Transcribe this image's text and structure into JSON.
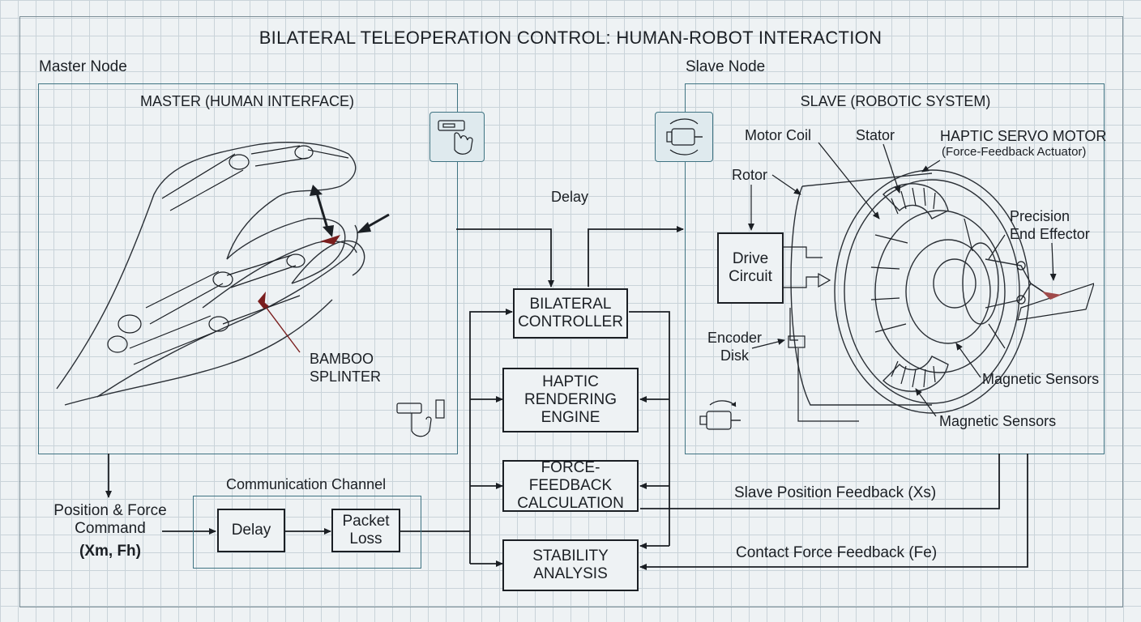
{
  "title": "BILATERAL TELEOPERATION CONTROL: HUMAN-ROBOT INTERACTION",
  "master_node": {
    "node_label": "Master Node",
    "panel_title": "MASTER (HUMAN INTERFACE)",
    "splinter_label": "BAMBOO\nSPLINTER",
    "command_label": "Position & Force\nCommand",
    "command_symbol": "(Xm, Fh)"
  },
  "slave_node": {
    "node_label": "Slave Node",
    "panel_title": "SLAVE (ROBOTIC SYSTEM)",
    "motor_title": "HAPTIC SERVO MOTOR",
    "motor_subtitle": "(Force-Feedback Actuator)",
    "labels": {
      "motor_coil": "Motor Coil",
      "stator": "Stator",
      "rotor": "Rotor",
      "drive_circuit": "Drive\nCircuit",
      "encoder_disk": "Encoder\nDisk",
      "end_effector": "Precision\nEnd Effector",
      "magnetic_sensors_1": "Magnetic Sensors",
      "magnetic_sensors_2": "Magnetic Sensors"
    }
  },
  "channel": {
    "title": "Communication Channel",
    "delay": "Delay",
    "packet_loss": "Packet\nLoss"
  },
  "top_delay_label": "Delay",
  "controller_blocks": {
    "bilateral": "BILATERAL\nCONTROLLER",
    "haptic": "HAPTIC\nRENDERING\nENGINE",
    "force": "FORCE-FEEDBACK\nCALCULATION",
    "stability": "STABILITY\nANALYSIS"
  },
  "feedback": {
    "position": "Slave Position Feedback (Xs)",
    "force": "Contact Force Feedback (Fe)"
  },
  "icons": [
    "touch-panel-icon",
    "motor-cycle-icon",
    "hand-press-icon",
    "motor-rotation-icon"
  ],
  "colors": {
    "panel_border": "#3f7382",
    "line": "#1b1f24",
    "grid": "#c9d3d9",
    "splinter": "#7a1e1e"
  }
}
